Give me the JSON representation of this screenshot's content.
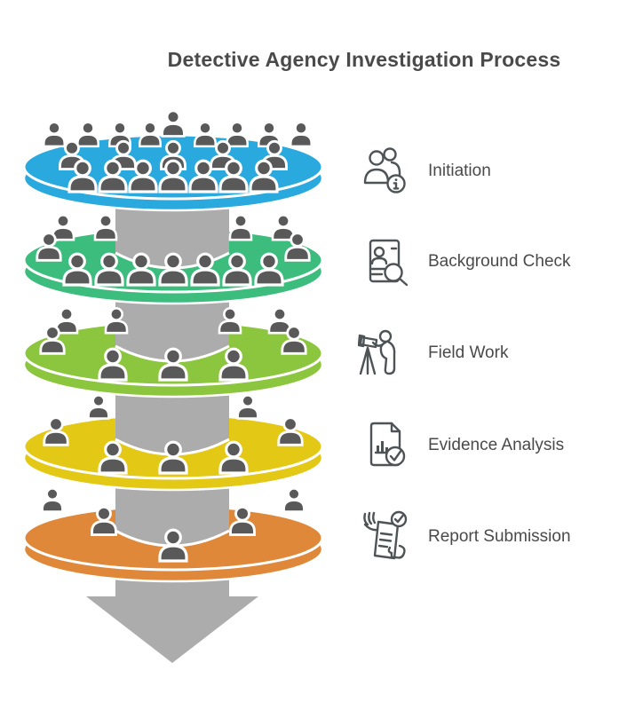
{
  "title": "Detective Agency Investigation Process",
  "colors": {
    "arrow": "#ACACAC",
    "person": "#595959",
    "text": "#4A4A4A",
    "icon_stroke": "#4E5456",
    "disc_outline": "#FFFFFF"
  },
  "steps": [
    {
      "label": "Initiation",
      "icon": "initiation-icon",
      "disc_color": "#29A9DE",
      "people_count": 21
    },
    {
      "label": "Background Check",
      "icon": "background-check-icon",
      "disc_color": "#3DBD7D",
      "people_count": 13
    },
    {
      "label": "Field Work",
      "icon": "field-work-icon",
      "disc_color": "#8CC63F",
      "people_count": 9
    },
    {
      "label": "Evidence Analysis",
      "icon": "evidence-analysis-icon",
      "disc_color": "#E3C816",
      "people_count": 7
    },
    {
      "label": "Report Submission",
      "icon": "report-submission-icon",
      "disc_color": "#E0883A",
      "people_count": 5
    }
  ]
}
